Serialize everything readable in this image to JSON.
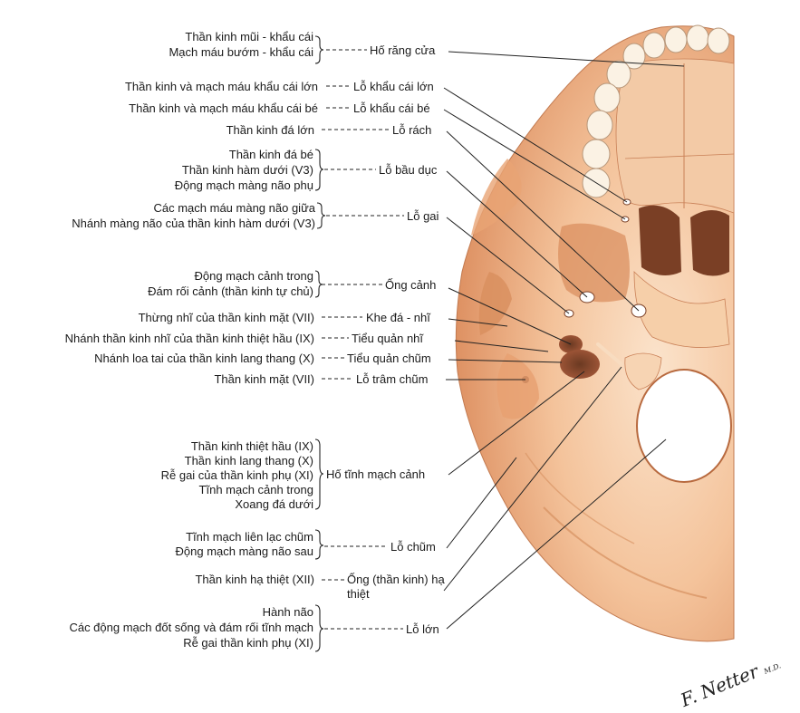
{
  "groups": [
    {
      "left": [
        "Thần kinh mũi - khẩu cái",
        "Mạch máu bướm - khẩu cái"
      ],
      "right": "Hố răng cửa"
    },
    {
      "left": [
        "Thần kinh và mạch máu khẩu cái lớn"
      ],
      "right": "Lỗ khẩu cái lớn"
    },
    {
      "left": [
        "Thần kinh và mạch máu khẩu cái bé"
      ],
      "right": "Lỗ khẩu cái bé"
    },
    {
      "left": [
        "Thần kinh đá lớn"
      ],
      "right": "Lỗ rách"
    },
    {
      "left": [
        "Thần kinh đá bé",
        "Thần kinh hàm dưới (V3)",
        "Động mạch màng não phụ"
      ],
      "right": "Lỗ bầu dục"
    },
    {
      "left": [
        "Các mạch máu màng não giữa",
        "Nhánh màng não của thần kinh hàm dưới (V3)"
      ],
      "right": "Lỗ gai"
    },
    {
      "left": [
        "Động mạch cảnh trong",
        "Đám rối cảnh (thần kinh tự chủ)"
      ],
      "right": "Ống cảnh"
    },
    {
      "left": [
        "Thừng nhĩ của thần kinh mặt (VII)"
      ],
      "right": "Khe đá - nhĩ"
    },
    {
      "left": [
        "Nhánh thần kinh nhĩ của thần kinh thiệt hầu (IX)"
      ],
      "right": "Tiểu quản nhĩ"
    },
    {
      "left": [
        "Nhánh loa tai của thần kinh lang thang (X)"
      ],
      "right": "Tiểu quản chũm"
    },
    {
      "left": [
        "Thần kinh mặt (VII)"
      ],
      "right": "Lỗ trâm chũm"
    },
    {
      "left": [
        "Thần kinh thiệt hầu (IX)",
        "Thần kinh lang thang (X)",
        "Rễ gai của thần kinh phụ (XI)",
        "Tĩnh mạch cảnh trong",
        "Xoang đá dưới"
      ],
      "right": "Hố tĩnh mạch cảnh"
    },
    {
      "left": [
        "Tĩnh mạch liên lạc chũm",
        "Động mạch màng não sau"
      ],
      "right": "Lỗ chũm"
    },
    {
      "left": [
        "Thần kinh hạ thiệt (XII)"
      ],
      "right": "Ống (thần kinh) hạ thiệt"
    },
    {
      "left": [
        "Hành não",
        "Các động mạch đốt sống và đám rối tĩnh mạch",
        "Rễ gai thần kinh phụ (XI)"
      ],
      "right": "Lỗ lớn"
    }
  ],
  "signature": {
    "name": "F. Netter",
    "suffix": "M.D."
  },
  "colors": {
    "bone": "#f0b98f",
    "bone_dark": "#c97447",
    "bone_light": "#fbe2c8",
    "line": "#222222"
  }
}
